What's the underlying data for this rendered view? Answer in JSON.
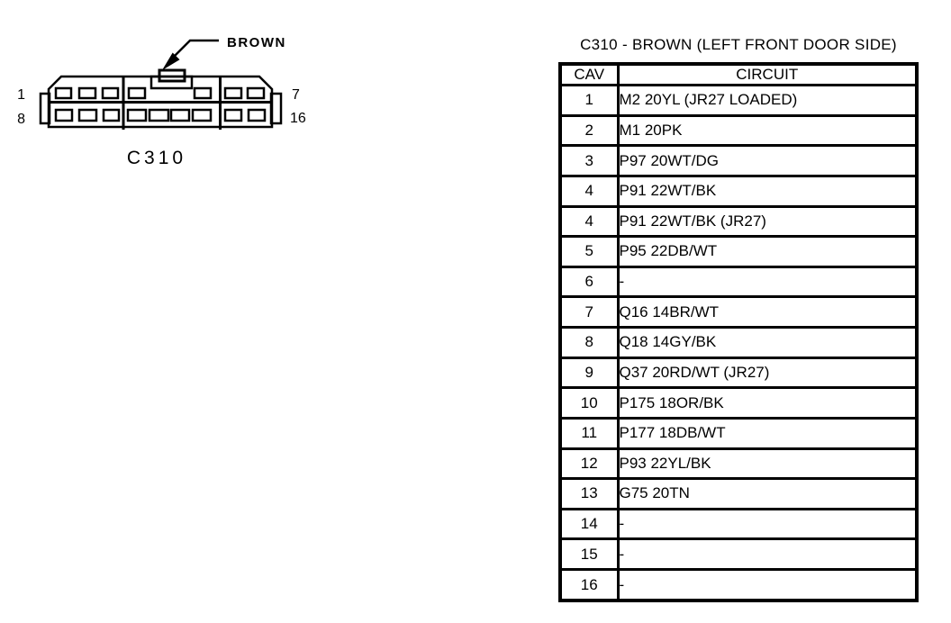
{
  "colors": {
    "ink": "#000000",
    "paper": "#ffffff"
  },
  "connector_figure": {
    "name_label": "C310",
    "color_callout": "BROWN",
    "pin_top_left": "1",
    "pin_bottom_left": "8",
    "pin_top_right": "7",
    "pin_bottom_right": "16"
  },
  "pinout_table": {
    "title": "C310 - BROWN (LEFT FRONT DOOR SIDE)",
    "columns": [
      "CAV",
      "CIRCUIT"
    ],
    "rows": [
      {
        "cav": "1",
        "circuit": "M2 20YL (JR27 LOADED)"
      },
      {
        "cav": "2",
        "circuit": "M1 20PK"
      },
      {
        "cav": "3",
        "circuit": "P97 20WT/DG"
      },
      {
        "cav": "4",
        "circuit": "P91 22WT/BK"
      },
      {
        "cav": "4",
        "circuit": "P91 22WT/BK (JR27)"
      },
      {
        "cav": "5",
        "circuit": "P95 22DB/WT"
      },
      {
        "cav": "6",
        "circuit": "-"
      },
      {
        "cav": "7",
        "circuit": "Q16 14BR/WT"
      },
      {
        "cav": "8",
        "circuit": "Q18 14GY/BK"
      },
      {
        "cav": "9",
        "circuit": "Q37 20RD/WT (JR27)"
      },
      {
        "cav": "10",
        "circuit": "P175 18OR/BK"
      },
      {
        "cav": "11",
        "circuit": "P177 18DB/WT"
      },
      {
        "cav": "12",
        "circuit": "P93 22YL/BK"
      },
      {
        "cav": "13",
        "circuit": "G75 20TN"
      },
      {
        "cav": "14",
        "circuit": "-"
      },
      {
        "cav": "15",
        "circuit": "-"
      },
      {
        "cav": "16",
        "circuit": "-"
      }
    ]
  }
}
